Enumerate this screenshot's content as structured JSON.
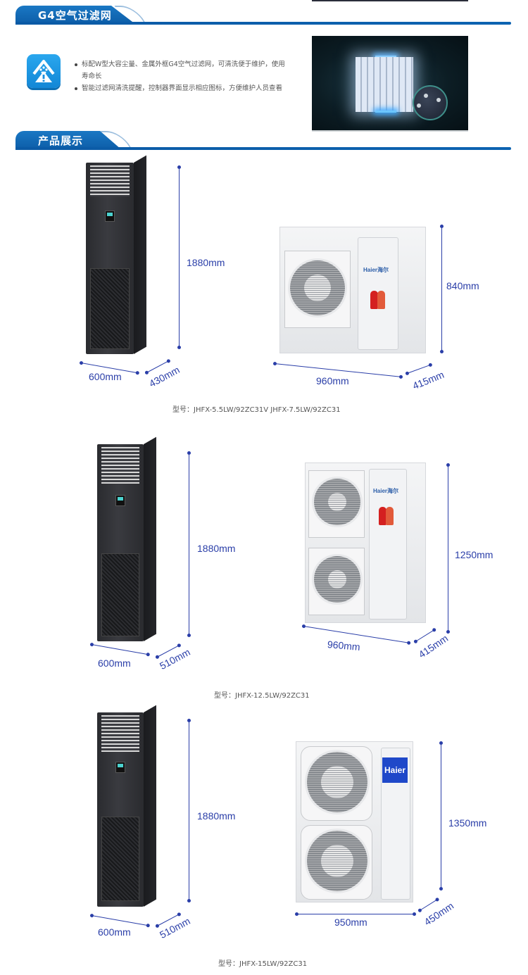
{
  "sections": {
    "filter": {
      "title": "G4空气过滤网",
      "icon": "filter-warning-icon",
      "bullets": [
        "标配W型大容尘量、金属外框G4空气过滤网，可清洗便于维护，使用寿命长",
        "智能过滤网清洗提醒，控制器界面显示相应图标，方便维护人员查看"
      ],
      "photo_alt": "G4 filter with metal frame close-up"
    },
    "products": {
      "title": "产品展示",
      "groups": [
        {
          "indoor": {
            "height": "1880mm",
            "width": "600mm",
            "depth": "430mm"
          },
          "outdoor": {
            "height": "840mm",
            "width": "960mm",
            "depth": "415mm",
            "brand": "Haier海尔"
          },
          "model_label": "型号：JHFX-5.5LW/92ZC31V   JHFX-7.5LW/92ZC31"
        },
        {
          "indoor": {
            "height": "1880mm",
            "width": "600mm",
            "depth": "510mm"
          },
          "outdoor": {
            "height": "1250mm",
            "width": "960mm",
            "depth": "415mm",
            "brand": "Haier海尔"
          },
          "model_label": "型号：JHFX-12.5LW/92ZC31"
        },
        {
          "indoor": {
            "height": "1880mm",
            "width": "600mm",
            "depth": "510mm"
          },
          "outdoor": {
            "height": "1350mm",
            "width": "950mm",
            "depth": "450mm",
            "brand": "Haier"
          },
          "model_label": "型号：JHFX-15LW/92ZC31"
        }
      ]
    }
  },
  "colors": {
    "accent": "#0d5ea8",
    "dimension": "#2a3ea8",
    "icon_blue": "#1a92e0"
  }
}
